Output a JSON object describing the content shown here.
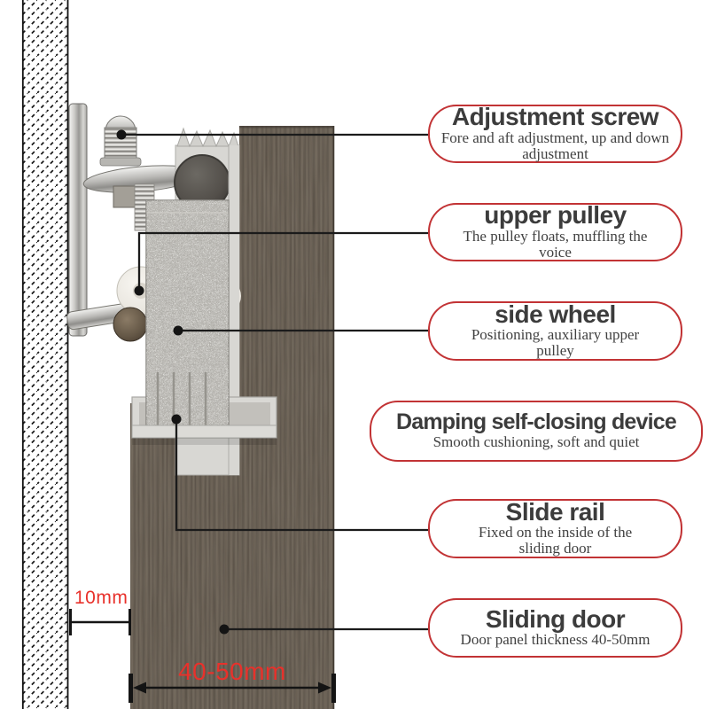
{
  "figure": {
    "callouts": [
      {
        "title": "Adjustment screw",
        "description": "Fore and aft adjustment, up and down adjustment"
      },
      {
        "title": "upper pulley",
        "description": "The pulley floats, muffling the voice"
      },
      {
        "title": "side wheel",
        "description": "Positioning, auxiliary upper pulley"
      },
      {
        "title": "Damping self-closing device",
        "description": "Smooth cushioning, soft and quiet"
      },
      {
        "title": "Slide rail",
        "description": "Fixed on the inside of the sliding door"
      },
      {
        "title": "Sliding door",
        "description": "Door panel thickness 40-50mm"
      }
    ],
    "dimensions": {
      "wall_to_door_gap": "10mm",
      "door_thickness": "40-50mm"
    },
    "colors": {
      "callout_border": "#c23335",
      "dimension_text": "#e8312b",
      "leader_line": "#1b1b1b",
      "door_wood_base": "#5f564b",
      "title_text": "#3c3c3c"
    }
  }
}
